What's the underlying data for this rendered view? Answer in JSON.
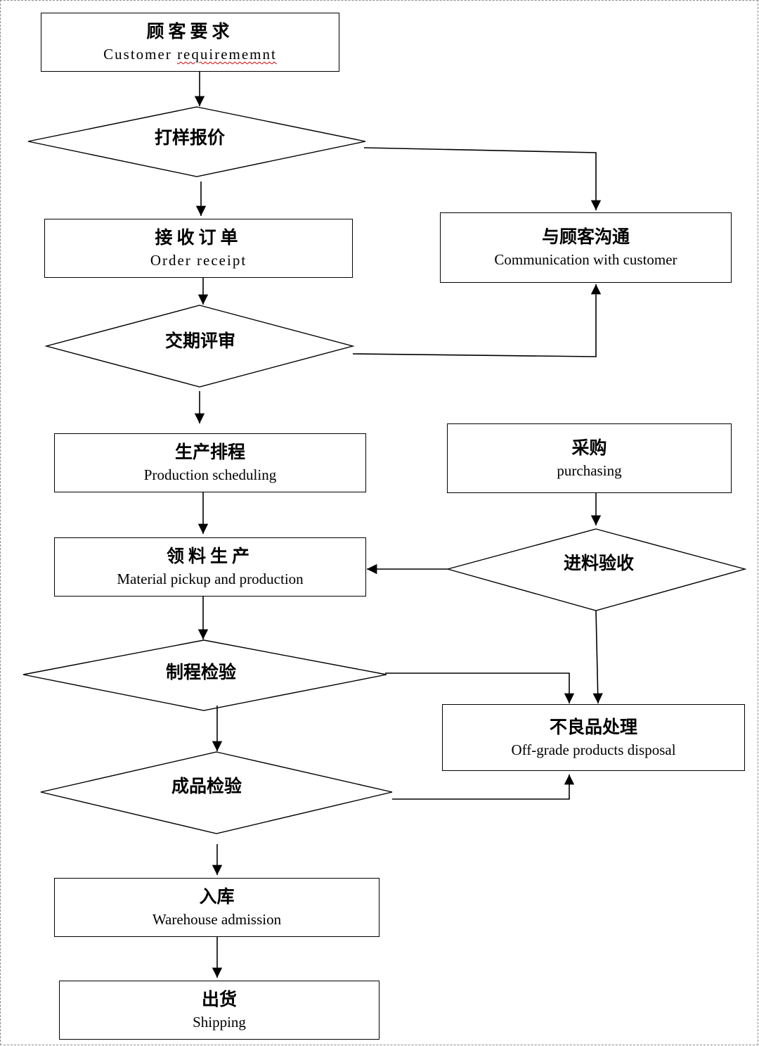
{
  "nodes": {
    "customer_requirement": {
      "zh": "顾客要求",
      "en_a": "Customer",
      "en_b": "requirememnt"
    },
    "sampling_quotation": {
      "zh": "打样报价"
    },
    "order_receipt": {
      "zh": "接收订单",
      "en": "Order receipt"
    },
    "communication": {
      "zh": "与顾客沟通",
      "en": "Communication with customer"
    },
    "delivery_review": {
      "zh": "交期评审"
    },
    "production_scheduling": {
      "zh": "生产排程",
      "en": "Production scheduling"
    },
    "purchasing": {
      "zh": "采购",
      "en": "purchasing"
    },
    "material_production": {
      "zh": "领料生产",
      "en": "Material pickup and production"
    },
    "incoming_inspection": {
      "zh": "进料验收"
    },
    "process_inspection": {
      "zh": "制程检验"
    },
    "offgrade_disposal": {
      "zh": "不良品处理",
      "en": "Off-grade products disposal"
    },
    "final_inspection": {
      "zh": "成品检验"
    },
    "warehouse": {
      "zh": "入库",
      "en": "Warehouse admission"
    },
    "shipping": {
      "zh": "出货",
      "en": "Shipping"
    }
  }
}
